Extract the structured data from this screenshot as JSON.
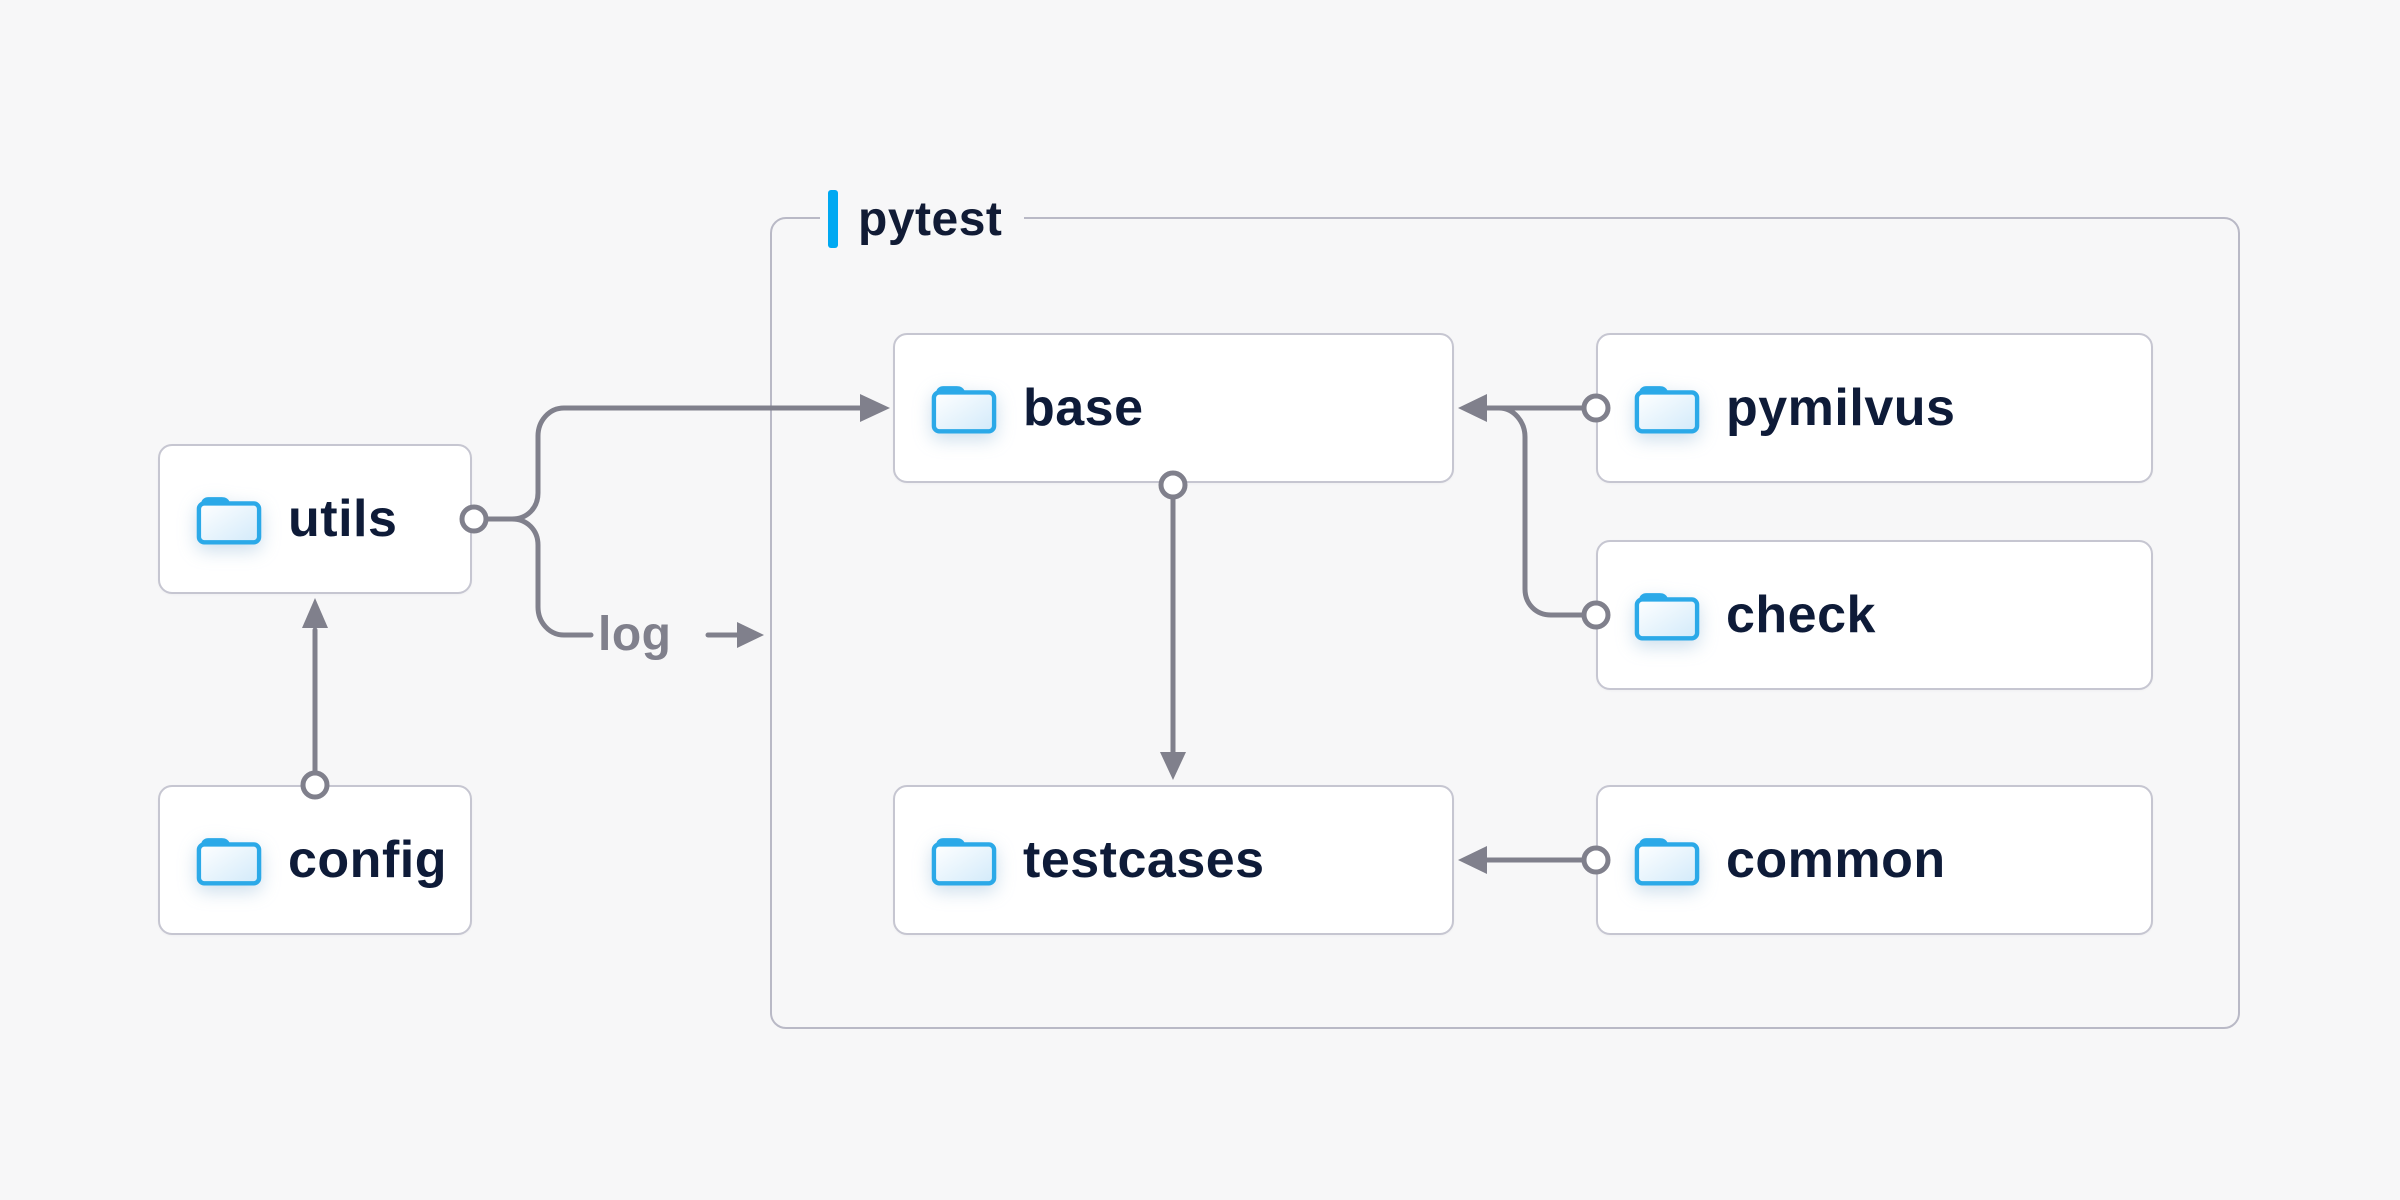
{
  "container": {
    "label": "pytest"
  },
  "nodes": {
    "utils": {
      "label": "utils",
      "icon": "folder-icon"
    },
    "config": {
      "label": "config",
      "icon": "folder-icon"
    },
    "base": {
      "label": "base",
      "icon": "folder-icon"
    },
    "pymilvus": {
      "label": "pymilvus",
      "icon": "folder-icon"
    },
    "check": {
      "label": "check",
      "icon": "folder-icon"
    },
    "testcases": {
      "label": "testcases",
      "icon": "folder-icon"
    },
    "common": {
      "label": "common",
      "icon": "folder-icon"
    }
  },
  "edges": {
    "log_label": "log",
    "connections": [
      {
        "from": "config",
        "to": "utils"
      },
      {
        "from": "utils",
        "to": "base"
      },
      {
        "from": "utils",
        "to": "log",
        "label": "log"
      },
      {
        "from": "pymilvus",
        "to": "base"
      },
      {
        "from": "check",
        "to": "base"
      },
      {
        "from": "base",
        "to": "testcases"
      },
      {
        "from": "common",
        "to": "testcases"
      }
    ]
  },
  "colors": {
    "background": "#f7f7f8",
    "node_fill": "#ffffff",
    "node_border": "#c6c6d1",
    "container_border": "#b9b9c6",
    "line_gray": "#80808c",
    "text_navy": "#0e1b38",
    "edge_label_gray": "#80808c",
    "accent_blue": "#00a9f2",
    "folder_blue": "#2ba9e8"
  }
}
